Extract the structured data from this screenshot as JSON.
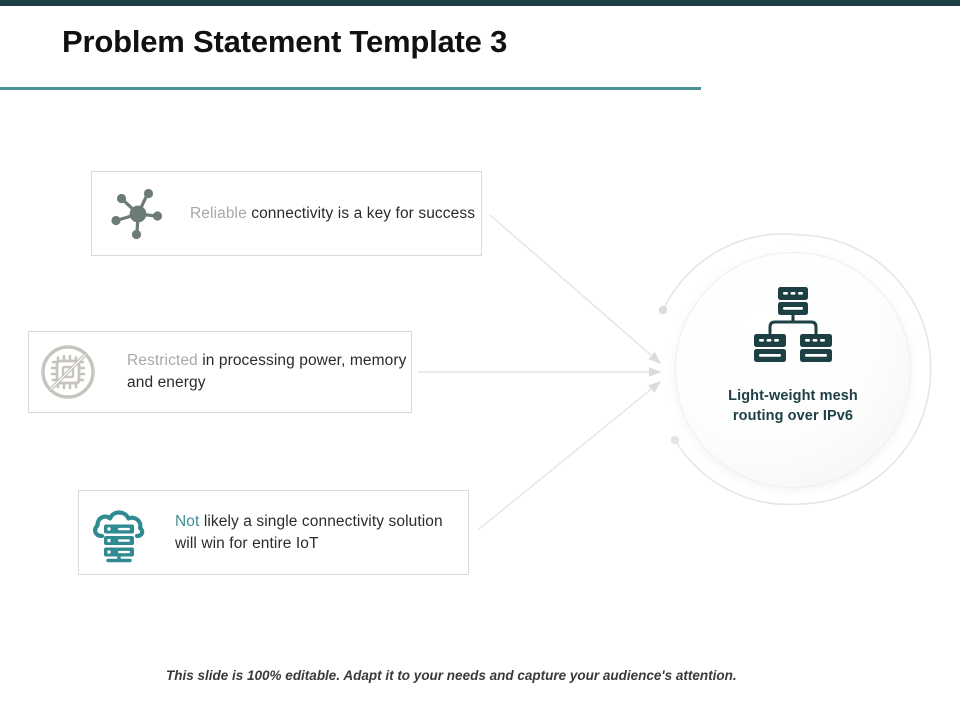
{
  "theme": {
    "accent_dark": "#1d4044",
    "accent_rule": "#4c9193",
    "teal": "#3e8f96",
    "muted_gray": "#a8a8a8",
    "icon_gray": "#6c7b74",
    "icon_light_gray": "#c6c4bd",
    "arrow_gray": "#e2e2e2"
  },
  "header": {
    "title": "Problem Statement Template 3"
  },
  "statements": [
    {
      "icon": "network-hub-icon",
      "lead": "Reliable",
      "lead_style": "gray",
      "rest": " connectivity is a key for success"
    },
    {
      "icon": "restricted-chip-icon",
      "lead": "Restricted",
      "lead_style": "gray",
      "rest": " in processing power, memory and energy"
    },
    {
      "icon": "cloud-server-icon",
      "lead": "Not",
      "lead_style": "teal",
      "rest": " likely a single connectivity solution will win for entire IoT"
    }
  ],
  "focus": {
    "icon": "mesh-network-icon",
    "label_line_1": "Light-weight mesh",
    "label_line_2": "routing over IPv6"
  },
  "footer": {
    "note": "This slide is 100% editable. Adapt it to your needs and capture your audience's attention."
  }
}
